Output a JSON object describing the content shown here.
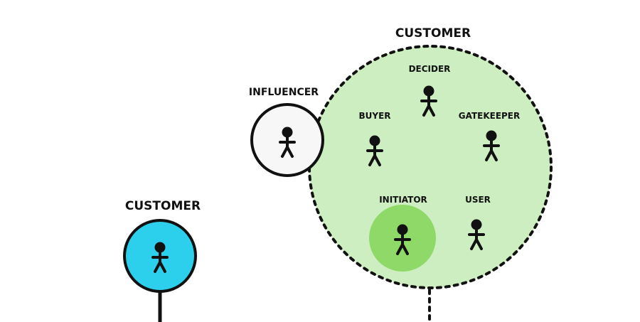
{
  "single_customer": {
    "label": "CUSTOMER",
    "fill": "#2dd0ec"
  },
  "buying_center": {
    "label": "CUSTOMER",
    "fill": "#cdeec0",
    "highlight_fill": "#8fd968",
    "roles": {
      "decider": "DECIDER",
      "buyer": "BUYER",
      "gatekeeper": "GATEKEEPER",
      "initiator": "INITIATOR",
      "user": "USER"
    }
  },
  "influencer": {
    "label": "INFLUENCER",
    "fill": "#f7f7f7"
  },
  "colors": {
    "stroke": "#111111"
  }
}
